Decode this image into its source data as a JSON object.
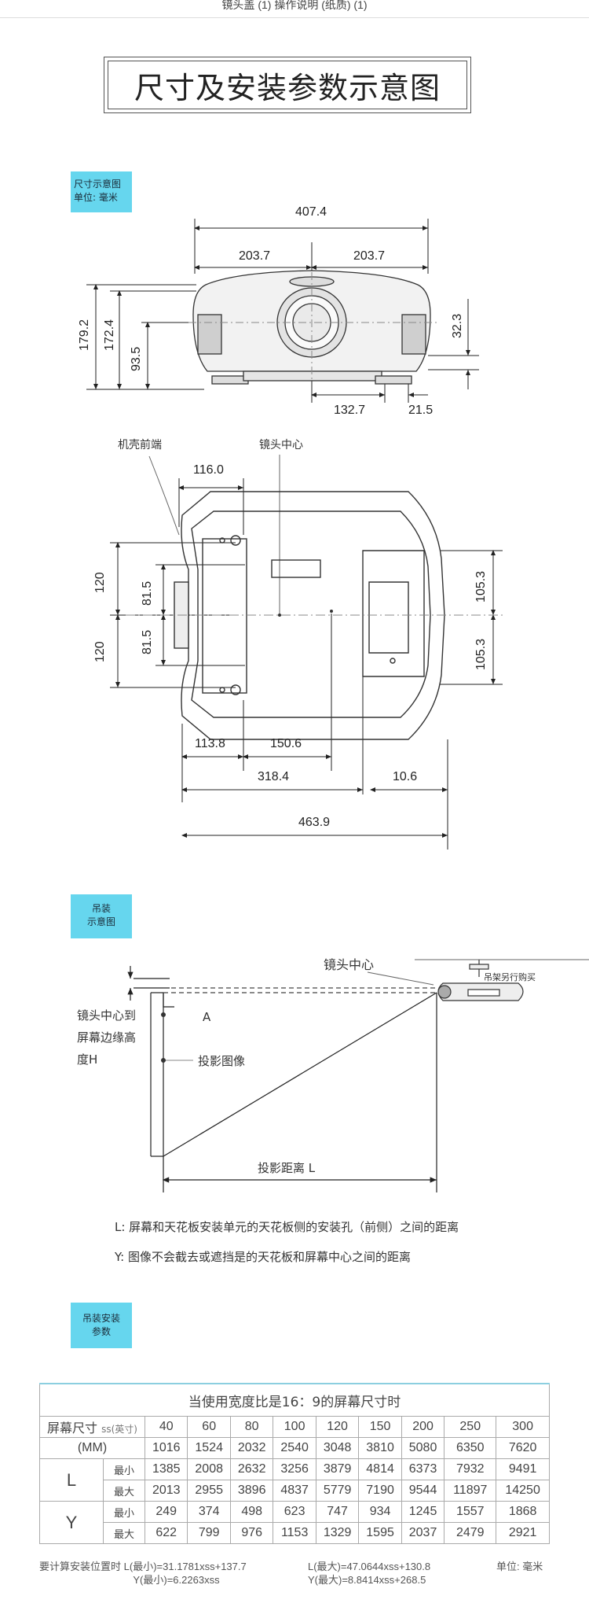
{
  "header_crumb": "镜头盖 (1)  操作说明 (纸质) (1)",
  "page_title": "尺寸及安装参数示意图",
  "tags": {
    "dimension": "尺寸示意图\n单位: 毫米",
    "ceiling": "吊装\n示意图",
    "params": "吊装安装\n参数"
  },
  "front_view": {
    "total_width": "407.4",
    "half_left": "203.7",
    "half_right": "203.7",
    "height_total": "179.2",
    "height_body": "172.4",
    "lens_height": "93.5",
    "right_height": "32.3",
    "bottom_a": "132.7",
    "bottom_b": "21.5"
  },
  "top_view": {
    "label_front": "机壳前端",
    "label_lens": "镜头中心",
    "d_116": "116.0",
    "l_120a": "120",
    "l_120b": "120",
    "l_815a": "81.5",
    "l_815b": "81.5",
    "r_1053a": "105.3",
    "r_1053b": "105.3",
    "b_1138": "113.8",
    "b_1506": "150.6",
    "b_3184": "318.4",
    "b_106": "10.6",
    "b_4639": "463.9"
  },
  "ceiling_diagram": {
    "lens_center": "镜头中心",
    "mount_note": "吊架另行购买",
    "label_a": "A",
    "height_label_1": "镜头中心到",
    "height_label_2": "屏幕边缘高",
    "height_label_3": "度H",
    "image_label": "投影图像",
    "distance_label": "投影距离  L"
  },
  "notes": {
    "l_note": "L:  屏幕和天花板安装单元的天花板侧的安装孔（前侧）之间的距离",
    "y_note": "Y:  图像不会截去或遮挡是的天花板和屏幕中心之间的距离"
  },
  "table": {
    "header": "当使用宽度比是16：9的屏幕尺寸时",
    "size_label": "屏幕尺寸",
    "size_unit": "ss(英寸)",
    "mm_label": "(MM)",
    "min_label": "最小",
    "max_label": "最大",
    "l_label": "L",
    "y_label": "Y",
    "sizes": [
      "40",
      "60",
      "80",
      "100",
      "120",
      "150",
      "200",
      "250",
      "300"
    ],
    "mm": [
      "1016",
      "1524",
      "2032",
      "2540",
      "3048",
      "3810",
      "5080",
      "6350",
      "7620"
    ],
    "l_min": [
      "1385",
      "2008",
      "2632",
      "3256",
      "3879",
      "4814",
      "6373",
      "7932",
      "9491"
    ],
    "l_max": [
      "2013",
      "2955",
      "3896",
      "4837",
      "5779",
      "7190",
      "9544",
      "11897",
      "14250"
    ],
    "y_min": [
      "249",
      "374",
      "498",
      "623",
      "747",
      "934",
      "1245",
      "1557",
      "1868"
    ],
    "y_max": [
      "622",
      "799",
      "976",
      "1153",
      "1329",
      "1595",
      "2037",
      "2479",
      "2921"
    ]
  },
  "formula": {
    "prefix": "要计算安装位置时",
    "l_min": "L(最小)=31.1781xss+137.7",
    "y_min": "Y(最小)=6.2263xss",
    "l_max": "L(最大)=47.0644xss+130.8",
    "y_max": "Y(最大)=8.8414xss+268.5",
    "unit": "单位:  毫米"
  }
}
